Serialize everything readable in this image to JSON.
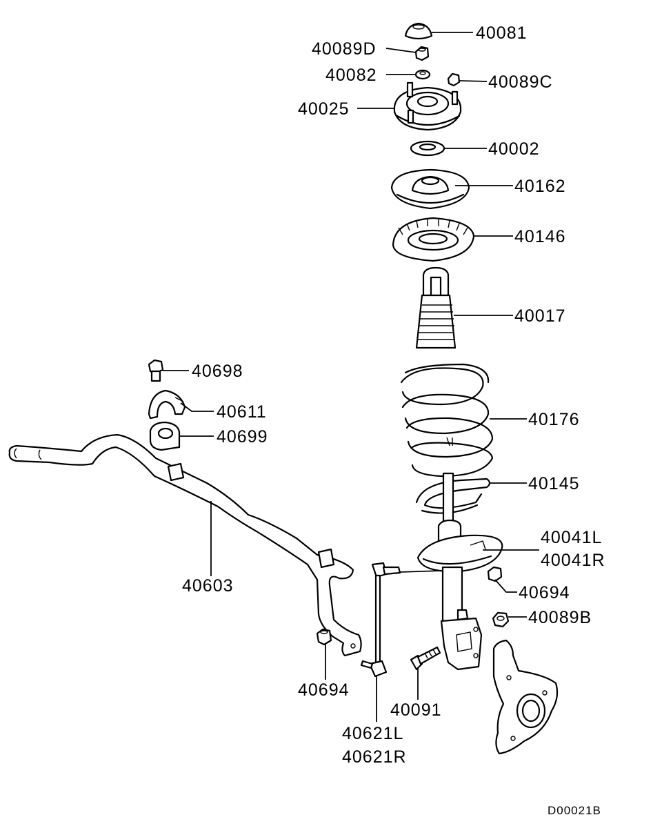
{
  "labels": {
    "p40081": "40081",
    "p40089D": "40089D",
    "p40082": "40082",
    "p40089C": "40089C",
    "p40025": "40025",
    "p40002": "40002",
    "p40162": "40162",
    "p40146": "40146",
    "p40017": "40017",
    "p40698": "40698",
    "p40611": "40611",
    "p40699": "40699",
    "p40176": "40176",
    "p40145": "40145",
    "p40041L": "40041L",
    "p40041R": "40041R",
    "p40603": "40603",
    "p40694a": "40694",
    "p40089B": "40089B",
    "p40694b": "40694",
    "p40091": "40091",
    "p40621L": "40621L",
    "p40621R": "40621R"
  },
  "diagram_code": "D00021B"
}
